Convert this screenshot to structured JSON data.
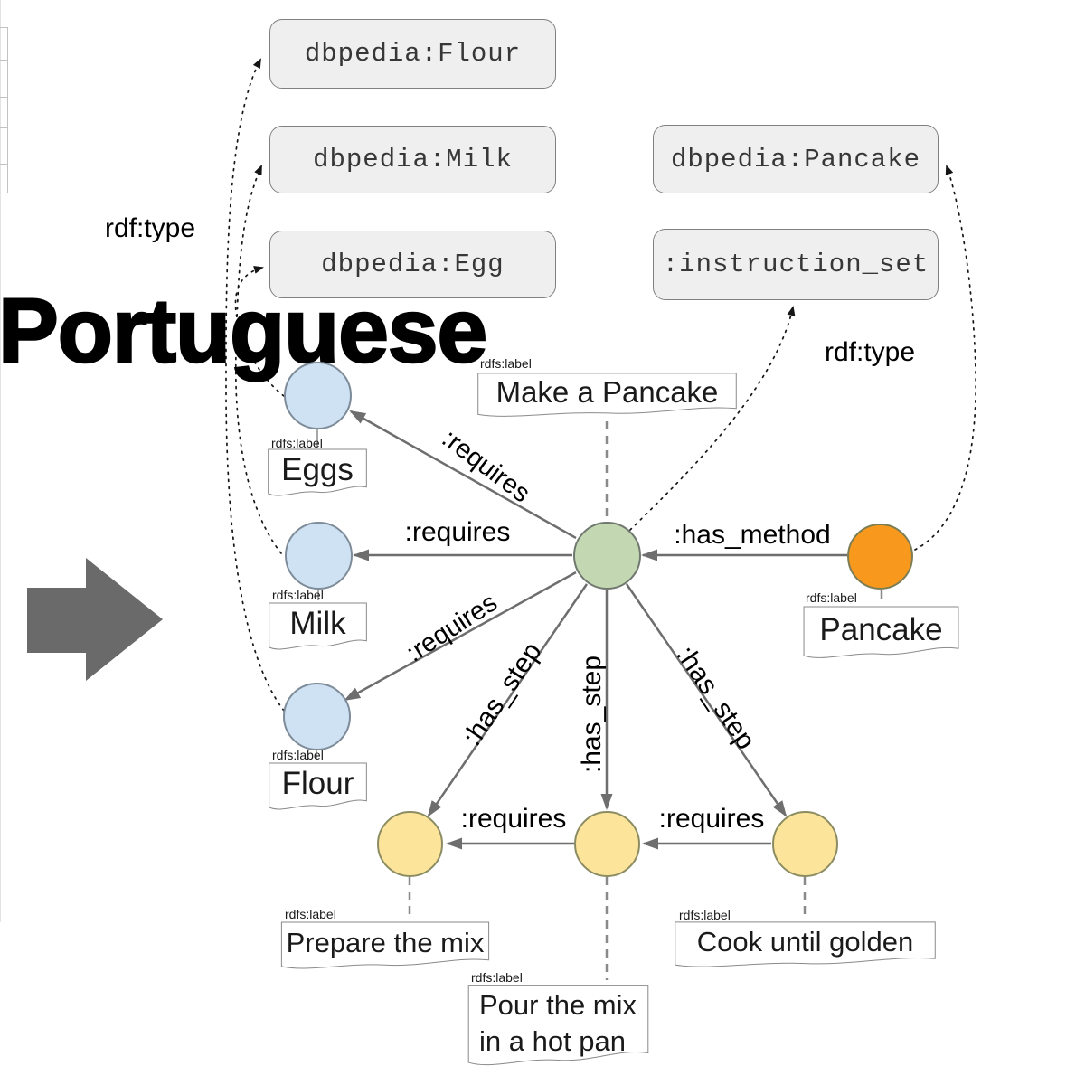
{
  "title_overlay": "Portuguese",
  "ontology_classes": {
    "flour": "dbpedia:Flour",
    "milk": "dbpedia:Milk",
    "egg": "dbpedia:Egg",
    "pancake": "dbpedia:Pancake",
    "instruction_set": ":instruction_set"
  },
  "predicates": {
    "rdf_type": "rdf:type",
    "rdfs_label": "rdfs:label",
    "requires": ":requires",
    "has_step": ":has_step",
    "has_method": ":has_method"
  },
  "node_labels": {
    "eggs": "Eggs",
    "milk": "Milk",
    "flour": "Flour",
    "recipe": "Make a Pancake",
    "pancake": "Pancake",
    "step_prepare": "Prepare the mix",
    "step_pour_line1": "Pour the mix",
    "step_pour_line2": "in a hot pan",
    "step_cook": "Cook until golden"
  },
  "colors": {
    "ingredient_fill": "#cfe2f3",
    "ingredient_stroke": "#7e8c9a",
    "recipe_fill": "#c3d8b2",
    "recipe_stroke": "#70786f",
    "product_fill": "#f8991d",
    "product_stroke": "#7d7d55",
    "step_fill": "#fde49b",
    "step_stroke": "#8c8c62",
    "class_box_fill": "#efefef",
    "class_box_stroke": "#808080",
    "edge": "#6e6e6e",
    "big_arrow": "#6a6a6a"
  }
}
